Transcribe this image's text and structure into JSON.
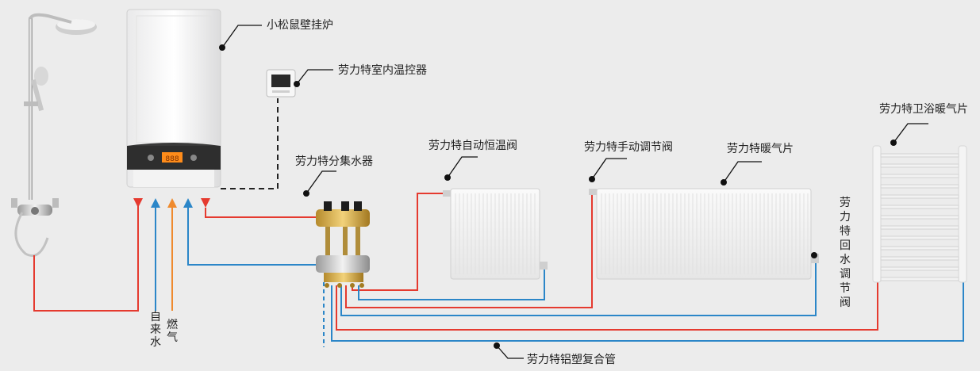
{
  "labels": {
    "boiler": "小松鼠壁挂炉",
    "thermostat": "劳力特室内温控器",
    "manifold": "劳力特分集水器",
    "thermostatic_valve": "劳力特自动恒温阀",
    "manual_valve": "劳力特手动调节阀",
    "radiator": "劳力特暖气片",
    "bathroom_radiator": "劳力特卫浴暖气片",
    "return_valve": [
      "劳",
      "力",
      "特",
      "回",
      "水",
      "调",
      "节",
      "阀"
    ],
    "pipe": "劳力特铝塑复合管",
    "tap_water": [
      "自",
      "来",
      "水"
    ],
    "gas": [
      "燃",
      "气"
    ]
  },
  "boiler_display": "888",
  "colors": {
    "hot_pipe": "#e53a2f",
    "cold_pipe": "#2b86c8",
    "gas_pipe": "#ef8a2e",
    "background": "#ececec",
    "leader_line": "#111111"
  }
}
